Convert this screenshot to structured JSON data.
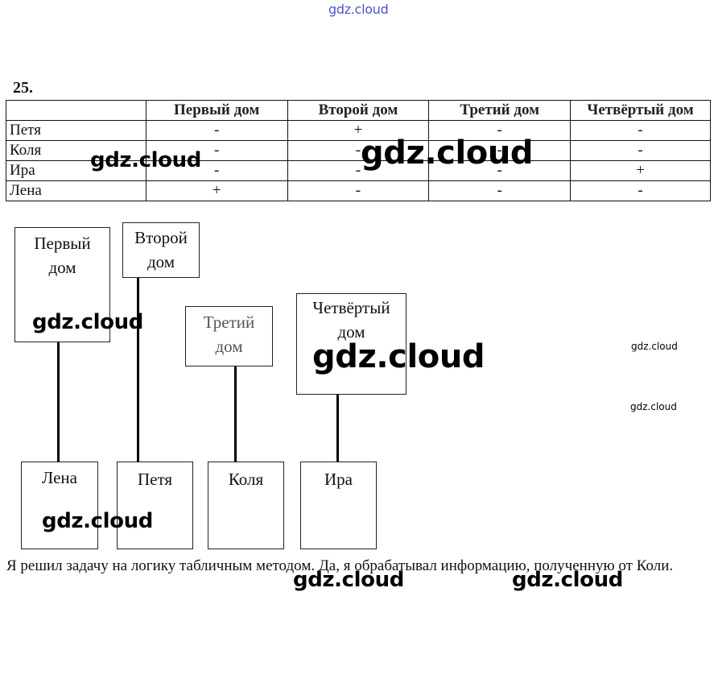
{
  "watermark": "gdz.cloud",
  "task_number": "25.",
  "table": {
    "headers": [
      "",
      "Первый дом",
      "Второй дом",
      "Третий дом",
      "Четвёртый дом"
    ],
    "rows": [
      {
        "name": "Петя",
        "marks": [
          "-",
          "+",
          "-",
          "-"
        ]
      },
      {
        "name": "Коля",
        "marks": [
          "-",
          "-",
          "-",
          "-"
        ]
      },
      {
        "name": "Ира",
        "marks": [
          "-",
          "-",
          "-",
          "+"
        ]
      },
      {
        "name": "Лена",
        "marks": [
          "+",
          "-",
          "-",
          "-"
        ]
      }
    ]
  },
  "diagram": {
    "houses": [
      {
        "line1": "Первый",
        "line2": "дом"
      },
      {
        "line1": "Второй",
        "line2": "дом"
      },
      {
        "line1": "Третий",
        "line2": "дом"
      },
      {
        "line1": "Четвёртый",
        "line2": "дом"
      }
    ],
    "people": [
      "Лена",
      "Петя",
      "Коля",
      "Ира"
    ]
  },
  "paragraph": "Я решил задачу на логику табличным методом. Да, я обрабатывал информацию, полученную от Коли."
}
